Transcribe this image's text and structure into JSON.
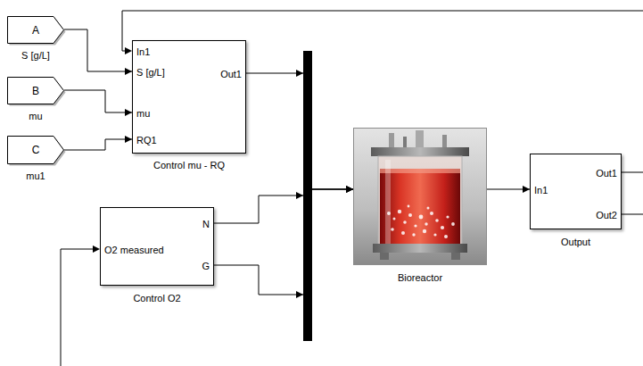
{
  "diagram": {
    "nodes": [
      {
        "text": [
          "A",
          "S [g/L]"
        ]
      },
      {
        "text": [
          "B",
          "mu"
        ]
      },
      {
        "text": [
          "C",
          "mu1"
        ]
      },
      {
        "text": [
          "In1",
          "S [g/L]",
          "mu",
          "RQ1",
          "Out1",
          "Control mu - RQ"
        ]
      },
      {
        "text": [
          "O2 measured",
          "N",
          "G",
          "Control O2"
        ]
      },
      {
        "text": [
          "Bioreactor"
        ]
      },
      {
        "text": [
          "In1",
          "Out1",
          "Out2",
          "Output"
        ]
      }
    ],
    "edges": [
      {
        "from": 0,
        "to": 3,
        "arrow": "to"
      },
      {
        "from": 1,
        "to": 3,
        "arrow": "to"
      },
      {
        "from": 2,
        "to": 3,
        "arrow": "to"
      },
      {
        "from": 3,
        "to": 5,
        "arrow": "to"
      },
      {
        "from": 4,
        "to": 5,
        "arrow": "to"
      },
      {
        "from": 4,
        "to": 5,
        "arrow": "to"
      },
      {
        "from": 5,
        "to": 6,
        "arrow": "to"
      }
    ]
  }
}
